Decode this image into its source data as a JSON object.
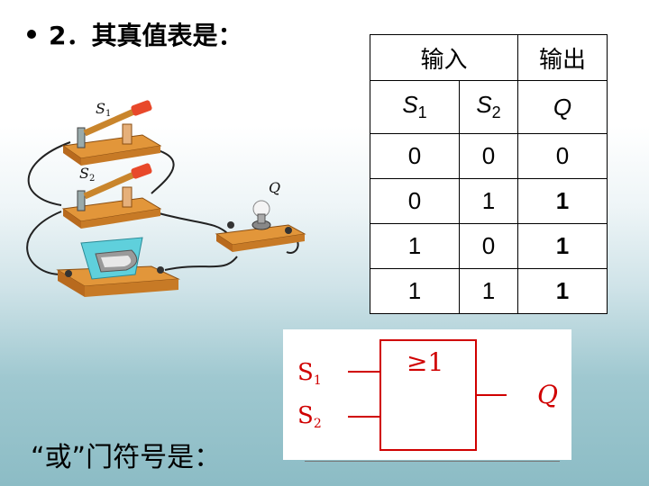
{
  "heading": {
    "bullet": "•",
    "text": "2．其真值表是："
  },
  "circuit": {
    "labels": {
      "s1": "S1",
      "s2": "S2",
      "q": "Q"
    }
  },
  "table": {
    "input_header": "输入",
    "output_header": "输出",
    "var_s": "S",
    "var_s1_sub": "1",
    "var_s2_sub": "2",
    "var_q": "Q",
    "rows": [
      {
        "s1": "0",
        "s2": "0",
        "q": "0"
      },
      {
        "s1": "0",
        "s2": "1",
        "q": "1"
      },
      {
        "s1": "1",
        "s2": "0",
        "q": "1"
      },
      {
        "s1": "1",
        "s2": "1",
        "q": "1"
      }
    ]
  },
  "gate": {
    "symbol": "≥1",
    "in1": "S",
    "in1_sub": "1",
    "in2": "S",
    "in2_sub": "2",
    "out": "Q"
  },
  "caption": "“或”门符号是：",
  "colors": {
    "red": "#e00000",
    "wood": "#d9892a",
    "handle": "#e8482a"
  }
}
